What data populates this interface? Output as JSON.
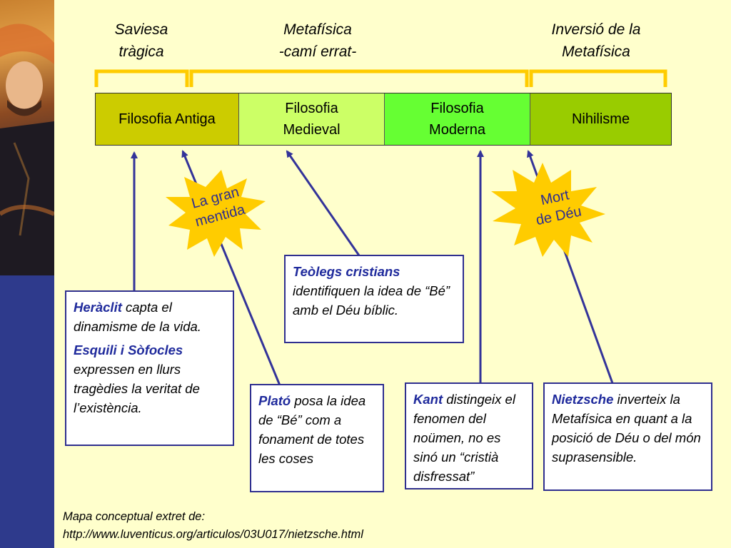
{
  "headers": {
    "tragic_wisdom": [
      "Saviesa",
      "tràgica"
    ],
    "metaphysics": [
      "Metafísica",
      "-camí errat-"
    ],
    "inversion": [
      "Inversió de la",
      "Metafísica"
    ]
  },
  "timeline": [
    {
      "lines": [
        "Filosofia Antiga"
      ],
      "color": "#cccc00"
    },
    {
      "lines": [
        "Filosofia",
        "Medieval"
      ],
      "color": "#ccff66"
    },
    {
      "lines": [
        "Filosofia",
        "Moderna"
      ],
      "color": "#66ff33"
    },
    {
      "lines": [
        "Nihilisme"
      ],
      "color": "#99cc00"
    }
  ],
  "stars": {
    "big_lie": [
      "La gran",
      "mentida"
    ],
    "death_of_god": [
      "Mort",
      "de Déu"
    ],
    "star_color": "#ffcc00"
  },
  "boxes": {
    "heraclit": {
      "name": "Heràclit",
      "text": " capta el dinamisme de la vida.",
      "name2": "Esquili i Sòfocles",
      "text2": " expressen en llurs tragèdies la veritat de l’existència."
    },
    "plato": {
      "name": "Plató",
      "text": " posa la idea de “Bé” com a fonament de totes les coses"
    },
    "theologians": {
      "name": "Teòlegs cristians",
      "text": " identifiquen la idea de “Bé” amb  el Déu bíblic."
    },
    "kant": {
      "name": "Kant",
      "text": " distingeix el fenomen del noümen, no es sinó un “cristià disfressat”"
    },
    "nietzsche": {
      "name": "Nietzsche",
      "text": " inverteix la Metafísica en quant a la posició de Déu o del món suprasensible."
    }
  },
  "source": {
    "line1": "Mapa conceptual extret de:",
    "line2": "http://www.luventicus.org/articulos/03U017/nietzsche.html"
  },
  "colors": {
    "bracket": "#ffcc00",
    "arrow": "#333399",
    "box_border": "#2f2f8f",
    "highlight": "#1f2a9c",
    "background": "#ffffcc",
    "side_strip": "#2e3a8c"
  }
}
